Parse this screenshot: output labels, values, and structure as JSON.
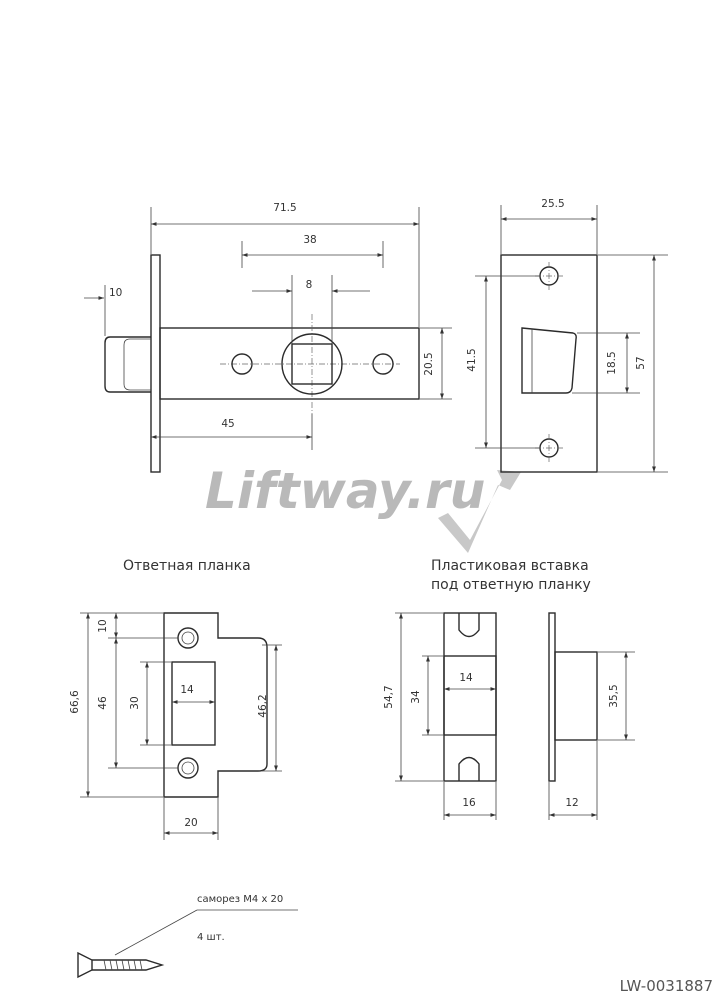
{
  "latch_dimensions": {
    "overall_length": "71.5",
    "backset_to_holes": "38",
    "square_spindle": "8",
    "bolt_projection": "10",
    "body_height": "20.5",
    "backset": "45",
    "faceplate_width": "25.5",
    "faceplate_hole_spacing": "41.5",
    "bolt_height": "18.5",
    "faceplate_height": "57"
  },
  "watermark": "Liftway.ru",
  "strike_plate": {
    "caption": "Ответная планка",
    "height_total": "66,6",
    "hole_spacing": "46",
    "top_offset": "10",
    "window_height": "30",
    "window_width": "14",
    "lip_height": "46,2",
    "width": "20"
  },
  "plastic_insert": {
    "caption_line1": "Пластиковая вставка",
    "caption_line2": "под ответную планку",
    "height_total": "54,7",
    "pocket_height": "34",
    "pocket_width": "14",
    "width": "16",
    "side_height": "35,5",
    "side_depth": "12"
  },
  "screw": {
    "label": "саморез М4 х 20",
    "qty": "4 шт."
  },
  "article_code": "LW-0031887"
}
